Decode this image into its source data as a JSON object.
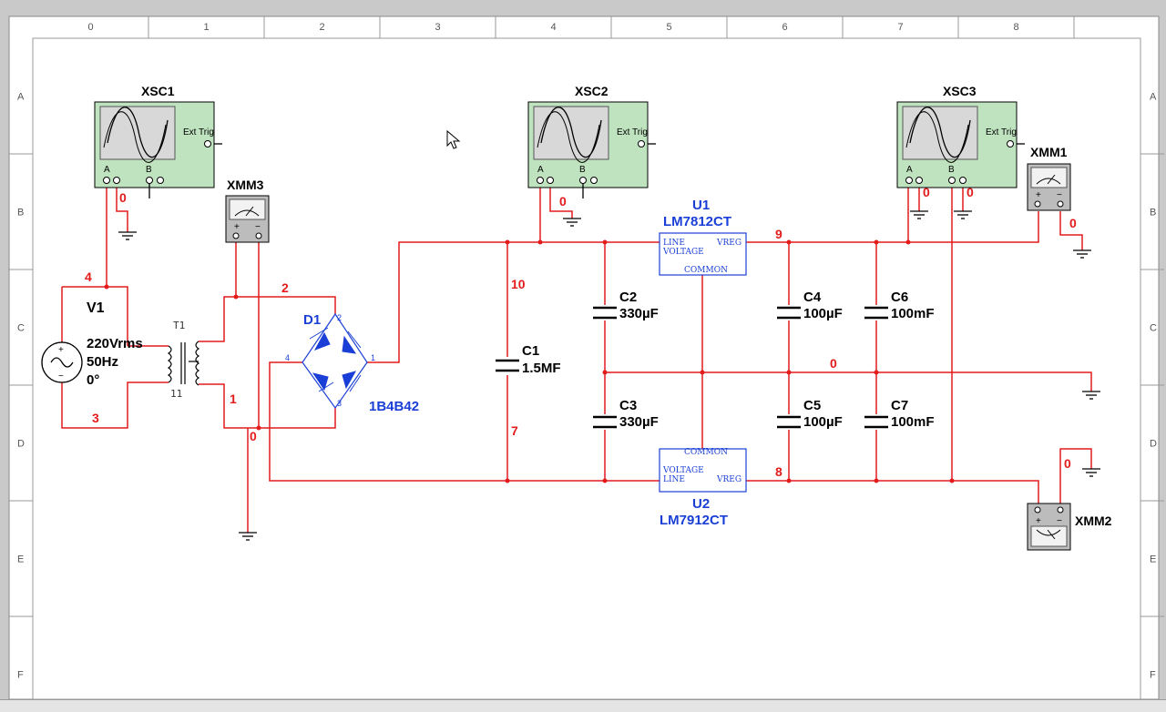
{
  "ruler": {
    "columns": [
      "0",
      "1",
      "2",
      "3",
      "4",
      "5",
      "6",
      "7",
      "8"
    ],
    "rows": [
      "A",
      "B",
      "C",
      "D",
      "E",
      "F"
    ]
  },
  "colors": {
    "wire": "#e31b1b",
    "component_label": "#1a3fd6",
    "scope_body": "#bfe3bf",
    "sheet": "#ffffff"
  },
  "instruments": {
    "xsc1": {
      "name": "XSC1",
      "ext_trig": "Ext Trig",
      "ch_a": "A",
      "ch_b": "B"
    },
    "xsc2": {
      "name": "XSC2",
      "ext_trig": "Ext Trig",
      "ch_a": "A",
      "ch_b": "B"
    },
    "xsc3": {
      "name": "XSC3",
      "ext_trig": "Ext Trig",
      "ch_a": "A",
      "ch_b": "B"
    },
    "xmm1": {
      "name": "XMM1"
    },
    "xmm2": {
      "name": "XMM2"
    },
    "xmm3": {
      "name": "XMM3"
    }
  },
  "components": {
    "v1": {
      "name": "V1",
      "voltage": "220Vrms",
      "freq": "50Hz",
      "phase": "0°"
    },
    "t1": {
      "name": "T1",
      "ratio": "11"
    },
    "d1": {
      "name": "D1",
      "model": "1B4B42",
      "pin1": "1",
      "pin2": "2",
      "pin3": "3",
      "pin4": "4"
    },
    "u1": {
      "name": "U1",
      "model": "LM7812CT",
      "pin_line": "LINE",
      "pin_voltage": "VOLTAGE",
      "pin_vreg": "VREG",
      "pin_common": "COMMON"
    },
    "u2": {
      "name": "U2",
      "model": "LM7912CT",
      "pin_line": "LINE",
      "pin_voltage": "VOLTAGE",
      "pin_vreg": "VREG",
      "pin_common": "COMMON"
    },
    "c1": {
      "name": "C1",
      "value": "1.5MF"
    },
    "c2": {
      "name": "C2",
      "value": "330µF"
    },
    "c3": {
      "name": "C3",
      "value": "330µF"
    },
    "c4": {
      "name": "C4",
      "value": "100µF"
    },
    "c5": {
      "name": "C5",
      "value": "100µF"
    },
    "c6": {
      "name": "C6",
      "value": "100mF"
    },
    "c7": {
      "name": "C7",
      "value": "100mF"
    }
  },
  "nets": {
    "n4": "4",
    "n3": "3",
    "n2": "2",
    "n1": "1",
    "n0_bridge": "0",
    "n0_xsc1": "0",
    "n0_xsc2": "0",
    "n0_xsc3a": "0",
    "n0_xsc3b": "0",
    "n0_xmm1": "0",
    "n0_xmm2": "0",
    "n0_main": "0",
    "n10": "10",
    "n7": "7",
    "n9": "9",
    "n8": "8"
  }
}
